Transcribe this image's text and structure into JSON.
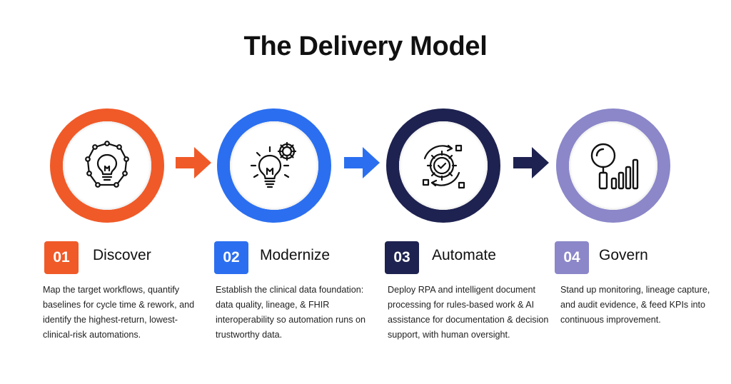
{
  "title": "The Delivery Model",
  "steps": [
    {
      "number": "01",
      "name": "Discover",
      "color": "#f05a28",
      "icon": "lightbulb-network-icon",
      "description": "Map the target workflows, quantify baselines for cycle time & rework, and identify the highest-return, lowest-clinical-risk automations."
    },
    {
      "number": "02",
      "name": "Modernize",
      "color": "#2b6ff0",
      "icon": "lightbulb-gear-icon",
      "description": "Establish the clinical data foundation: data quality, lineage, & FHIR interoperability so automation runs on trustworthy data."
    },
    {
      "number": "03",
      "name": "Automate",
      "color": "#1e2250",
      "icon": "gear-check-cycle-icon",
      "description": "Deploy RPA and intelligent document processing for rules-based work & AI assistance for documentation & decision support, with human oversight."
    },
    {
      "number": "04",
      "name": "Govern",
      "color": "#8b87c9",
      "icon": "magnifier-bar-chart-icon",
      "description": "Stand up monitoring, lineage capture, and audit evidence, & feed KPIs into continuous improvement."
    }
  ]
}
